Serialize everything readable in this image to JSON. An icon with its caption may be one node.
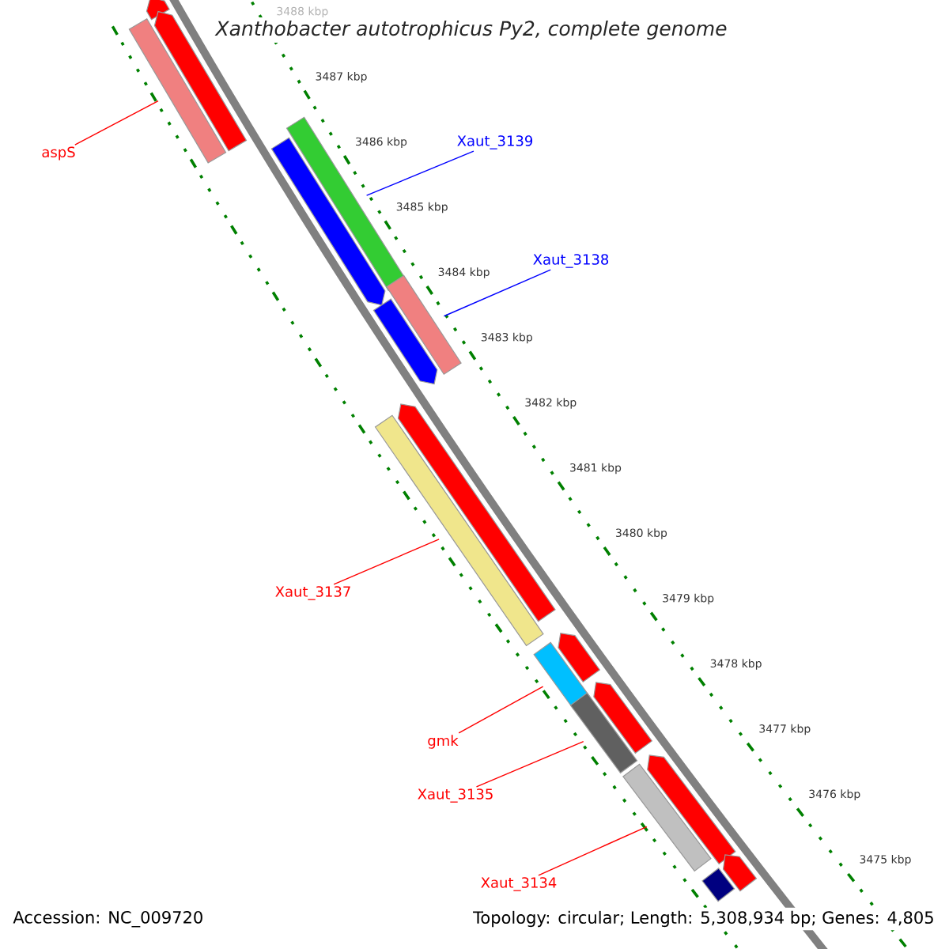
{
  "diagram": {
    "title": "Xanthobacter autotrophicus Py2, complete genome",
    "nodes": [
      {
        "text": [],
        "shape": "arrow"
      },
      {
        "text": [],
        "shape": "bar"
      },
      {
        "text": [],
        "shape": "arrow"
      },
      {
        "text": [
          "aspS"
        ]
      },
      {
        "text": [],
        "shape": "bar"
      },
      {
        "text": [
          "Xaut_3139"
        ]
      },
      {
        "text": [],
        "shape": "arrow"
      },
      {
        "text": [
          "Xaut_3138"
        ]
      },
      {
        "text": [],
        "shape": "bar"
      },
      {
        "text": [],
        "shape": "arrow"
      },
      {
        "text": [],
        "shape": "arrow"
      },
      {
        "text": [],
        "shape": "bar"
      },
      {
        "text": [
          "Xaut_3137"
        ]
      },
      {
        "text": [],
        "shape": "arrow"
      },
      {
        "text": [],
        "shape": "bar"
      },
      {
        "text": [],
        "shape": "arrow"
      },
      {
        "text": [],
        "shape": "bar"
      },
      {
        "text": [
          "gmk"
        ]
      },
      {
        "text": [],
        "shape": "arrow"
      },
      {
        "text": [],
        "shape": "bar"
      },
      {
        "text": [
          "Xaut_3135"
        ]
      },
      {
        "text": [],
        "shape": "bar"
      },
      {
        "text": [],
        "shape": "arrow"
      },
      {
        "text": [
          "Xaut_3134"
        ]
      }
    ],
    "edges": [
      {
        "from": 3,
        "to": 1,
        "arrow": "none"
      },
      {
        "from": 5,
        "to": 4,
        "arrow": "none",
        "color": "#0000ff"
      },
      {
        "from": 7,
        "to": 8,
        "arrow": "none",
        "color": "#0000ff"
      },
      {
        "from": 12,
        "to": 11,
        "arrow": "none"
      },
      {
        "from": 17,
        "to": 14,
        "arrow": "none"
      },
      {
        "from": 20,
        "to": 16,
        "arrow": "none"
      },
      {
        "from": 23,
        "to": 19,
        "arrow": "none"
      }
    ],
    "labels": [
      "3488 kbp",
      "3487 kbp",
      "3486 kbp",
      "3485 kbp",
      "3484 kbp",
      "3483 kbp",
      "3482 kbp",
      "3481 kbp",
      "3480 kbp",
      "3479 kbp",
      "3478 kbp",
      "3477 kbp",
      "3476 kbp",
      "3475 kbp",
      "Accession: NC_009720",
      "Topology: circular; Length: 5,308,934 bp; Genes: 4,805"
    ]
  }
}
